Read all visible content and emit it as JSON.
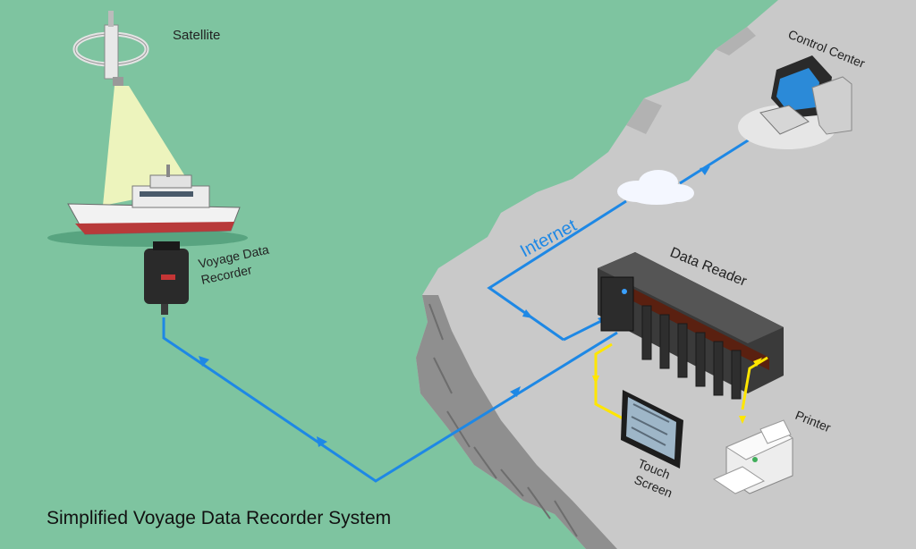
{
  "title": "Simplified Voyage Data Recorder System",
  "labels": {
    "satellite": "Satellite",
    "vdr_line1": "Voyage Data",
    "vdr_line2": "Recorder",
    "internet": "Internet",
    "control_center": "Control Center",
    "data_reader": "Data Reader",
    "touch_line1": "Touch",
    "touch_line2": "Screen",
    "printer": "Printer"
  },
  "colors": {
    "sea": "#7ec4a0",
    "land": "#c9c9c9",
    "cliff": "#9a9a9a",
    "link_blue": "#1e88e5",
    "link_yellow": "#ffe600",
    "internet_text": "#1e88e5"
  }
}
